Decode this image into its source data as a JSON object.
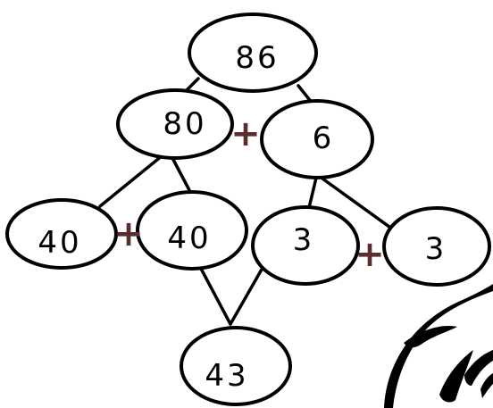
{
  "diagram": {
    "nodes": {
      "root": "86",
      "mid_left": "80",
      "mid_right": "6",
      "leaf_a": "40",
      "leaf_b": "40",
      "leaf_c": "3",
      "leaf_d": "3",
      "bottom": "43"
    },
    "operators": {
      "plus_top": "+",
      "plus_left": "+",
      "plus_right": "+"
    }
  },
  "colors": {
    "stroke": "#000000",
    "plus": "#5a2e2e",
    "background": "#ffffff"
  },
  "icons": {
    "corner_drawing": "swirl-drawing-icon"
  }
}
